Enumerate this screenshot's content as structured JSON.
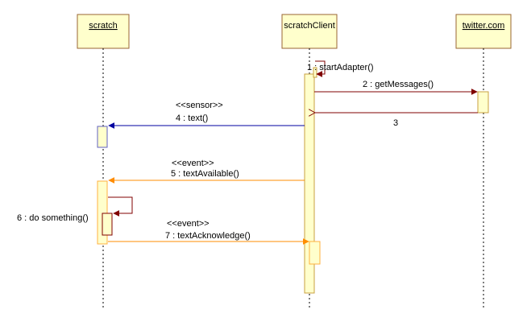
{
  "lifelines": [
    {
      "name": "scratch"
    },
    {
      "name": "scratchClient"
    },
    {
      "name": "twitter.com"
    }
  ],
  "messages": [
    {
      "label": "1 : startAdapter()",
      "kind": "self-call",
      "color": "#800000"
    },
    {
      "label": "2 : getMessages()",
      "kind": "call",
      "color": "#800000"
    },
    {
      "label": "3",
      "kind": "return",
      "color": "#800000"
    },
    {
      "stereotype": "<<sensor>>",
      "label": "4 : text()",
      "kind": "call",
      "color": "#0000a0"
    },
    {
      "stereotype": "<<event>>",
      "label": "5 : textAvailable()",
      "kind": "call",
      "color": "#ff8c00"
    },
    {
      "label": "6 : do something()",
      "kind": "self-call",
      "color": "#800000"
    },
    {
      "stereotype": "<<event>>",
      "label": "7 : textAcknowledge()",
      "kind": "call",
      "color": "#ff8c00"
    }
  ],
  "colors": {
    "header_fill": "#ffffcc",
    "header_border": "#996633",
    "activation_fill": "#ffffcc",
    "activation_border": "#c8a040",
    "lifeline": "#000000"
  }
}
